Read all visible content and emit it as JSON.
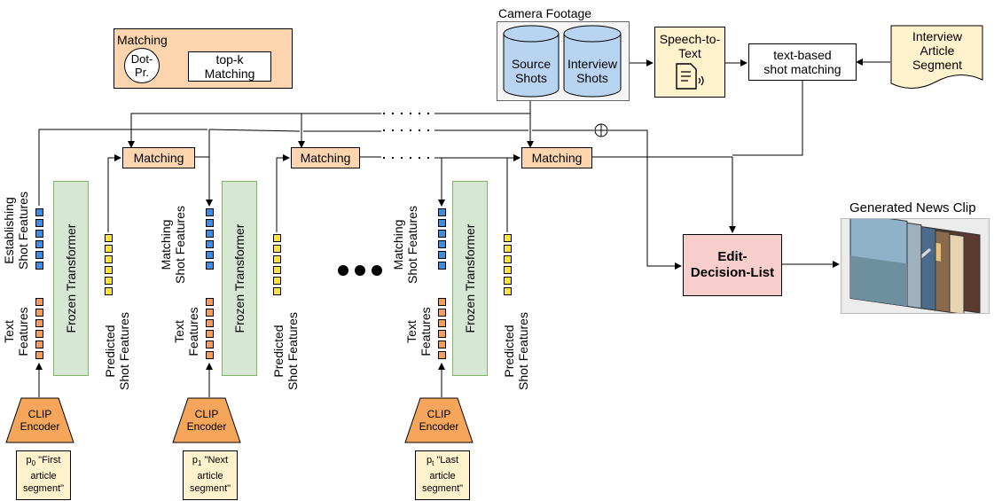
{
  "matching_legend": {
    "title": "Matching",
    "dot_label": "Dot-\nPr.",
    "topk_label": "top-k\nMatching"
  },
  "camera": {
    "title": "Camera Footage",
    "source": "Source\nShots",
    "interview": "Interview\nShots"
  },
  "speech": {
    "label": "Speech-to-\nText"
  },
  "text_match": {
    "label": "text-based\nshot matching"
  },
  "interview_article": {
    "label": "Interview\nArticle\nSegment"
  },
  "matching_label": "Matching",
  "edl": {
    "label": "Edit-\nDecision-List"
  },
  "generated": {
    "title": "Generated News Clip"
  },
  "columns": [
    {
      "top_label": "Establishing\nShot Features",
      "text_label": "Text\nFeatures",
      "transformer": "Frozen Transformer",
      "pred_label": "Predicted\nShot Features",
      "clip": "CLIP\nEncoder",
      "prompt_sym": "p",
      "prompt_sub": "0",
      "prompt_text": " \"First\narticle\nsegment\""
    },
    {
      "top_label": "Matching\nShot Features",
      "text_label": "Text\nFeatures",
      "transformer": "Frozen Transformer",
      "pred_label": "Predicted\nShot Features",
      "clip": "CLIP\nEncoder",
      "prompt_sym": "p",
      "prompt_sub": "1",
      "prompt_text": " \"Next\narticle\nsegment\""
    },
    {
      "top_label": "Matching\nShot Features",
      "text_label": "Text\nFeatures",
      "transformer": "Frozen Transformer",
      "pred_label": "Predicted\nShot Features",
      "clip": "CLIP\nEncoder",
      "prompt_sym": "p",
      "prompt_sub": "t",
      "prompt_text": " \"Last\narticle\nsegment\""
    }
  ],
  "colors": {
    "matching": "#fcd5ae",
    "legend": "#fcd5ae",
    "transformer": "#d6e8d4",
    "edl": "#f8cecc",
    "db": "#b8d4f0",
    "doc": "#fff2cc",
    "blue_feat": "#3d8ee0",
    "orange_feat": "#f59d59",
    "yellow_feat": "#ffe335"
  }
}
